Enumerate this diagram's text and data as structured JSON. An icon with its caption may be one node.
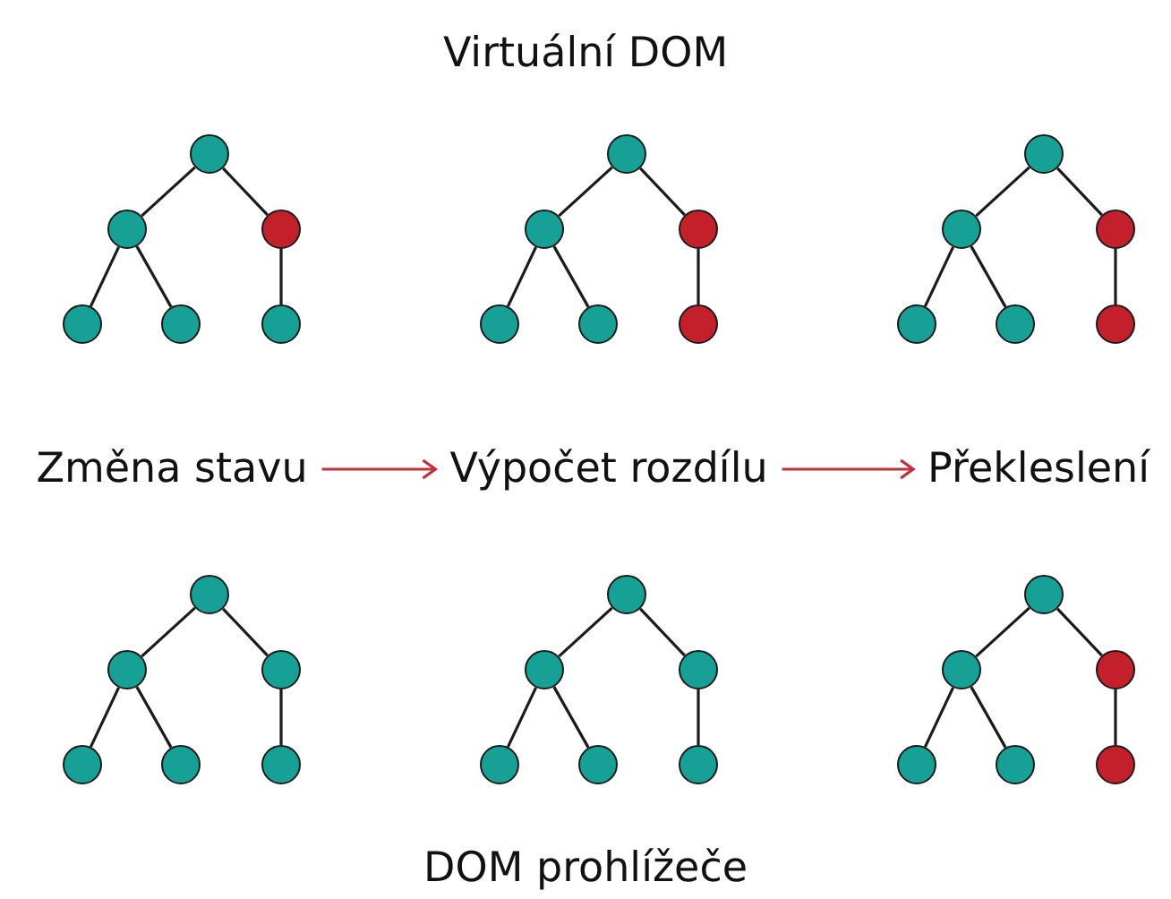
{
  "diagram": {
    "nodes": [
      {
        "text": [],
        "shape": "circle"
      },
      {
        "text": [],
        "shape": "circle"
      },
      {
        "text": [],
        "shape": "circle"
      },
      {
        "text": [],
        "shape": "circle"
      },
      {
        "text": [],
        "shape": "circle"
      },
      {
        "text": [],
        "shape": "circle"
      },
      {
        "text": [],
        "shape": "circle"
      },
      {
        "text": [],
        "shape": "circle"
      },
      {
        "text": [],
        "shape": "circle"
      },
      {
        "text": [],
        "shape": "circle"
      },
      {
        "text": [],
        "shape": "circle"
      },
      {
        "text": [],
        "shape": "circle"
      },
      {
        "text": [],
        "shape": "circle"
      },
      {
        "text": [],
        "shape": "circle"
      },
      {
        "text": [],
        "shape": "circle"
      },
      {
        "text": [],
        "shape": "circle"
      },
      {
        "text": [],
        "shape": "circle"
      },
      {
        "text": [],
        "shape": "circle"
      },
      {
        "text": [
          "Změna stavu"
        ]
      },
      {
        "text": [
          "Výpočet rozdílu"
        ]
      },
      {
        "text": [
          "Překleslení"
        ]
      },
      {
        "text": [],
        "shape": "circle"
      },
      {
        "text": [],
        "shape": "circle"
      },
      {
        "text": [],
        "shape": "circle"
      },
      {
        "text": [],
        "shape": "circle"
      },
      {
        "text": [],
        "shape": "circle"
      },
      {
        "text": [],
        "shape": "circle"
      },
      {
        "text": [],
        "shape": "circle"
      },
      {
        "text": [],
        "shape": "circle"
      },
      {
        "text": [],
        "shape": "circle"
      },
      {
        "text": [],
        "shape": "circle"
      },
      {
        "text": [],
        "shape": "circle"
      },
      {
        "text": [],
        "shape": "circle"
      },
      {
        "text": [],
        "shape": "circle"
      },
      {
        "text": [],
        "shape": "circle"
      },
      {
        "text": [],
        "shape": "circle"
      },
      {
        "text": [],
        "shape": "circle"
      },
      {
        "text": [],
        "shape": "circle"
      },
      {
        "text": [],
        "shape": "circle"
      }
    ],
    "edges": [
      {
        "from": 0,
        "to": 1,
        "arrow": "none"
      },
      {
        "from": 0,
        "to": 2,
        "arrow": "none"
      },
      {
        "from": 1,
        "to": 3,
        "arrow": "none"
      },
      {
        "from": 1,
        "to": 4,
        "arrow": "none"
      },
      {
        "from": 2,
        "to": 5,
        "arrow": "none"
      },
      {
        "from": 6,
        "to": 7,
        "arrow": "none"
      },
      {
        "from": 6,
        "to": 8,
        "arrow": "none"
      },
      {
        "from": 7,
        "to": 9,
        "arrow": "none"
      },
      {
        "from": 7,
        "to": 10,
        "arrow": "none"
      },
      {
        "from": 8,
        "to": 11,
        "arrow": "none"
      },
      {
        "from": 12,
        "to": 13,
        "arrow": "none"
      },
      {
        "from": 12,
        "to": 14,
        "arrow": "none"
      },
      {
        "from": 13,
        "to": 15,
        "arrow": "none"
      },
      {
        "from": 13,
        "to": 16,
        "arrow": "none"
      },
      {
        "from": 14,
        "to": 17,
        "arrow": "none"
      },
      {
        "from": 18,
        "to": 19,
        "arrow": "to",
        "color": "#c0303a"
      },
      {
        "from": 19,
        "to": 20,
        "arrow": "to",
        "color": "#c0303a"
      },
      {
        "from": 21,
        "to": 22,
        "arrow": "none"
      },
      {
        "from": 21,
        "to": 23,
        "arrow": "none"
      },
      {
        "from": 22,
        "to": 24,
        "arrow": "none"
      },
      {
        "from": 22,
        "to": 25,
        "arrow": "none"
      },
      {
        "from": 23,
        "to": 26,
        "arrow": "none"
      },
      {
        "from": 27,
        "to": 28,
        "arrow": "none"
      },
      {
        "from": 27,
        "to": 29,
        "arrow": "none"
      },
      {
        "from": 28,
        "to": 30,
        "arrow": "none"
      },
      {
        "from": 28,
        "to": 31,
        "arrow": "none"
      },
      {
        "from": 29,
        "to": 32,
        "arrow": "none"
      },
      {
        "from": 33,
        "to": 34,
        "arrow": "none"
      },
      {
        "from": 33,
        "to": 35,
        "arrow": "none"
      },
      {
        "from": 34,
        "to": 36,
        "arrow": "none"
      },
      {
        "from": 34,
        "to": 37,
        "arrow": "none"
      },
      {
        "from": 35,
        "to": 38,
        "arrow": "none"
      }
    ],
    "labels": [
      "Virtuální DOM",
      "DOM prohlížeče"
    ]
  }
}
